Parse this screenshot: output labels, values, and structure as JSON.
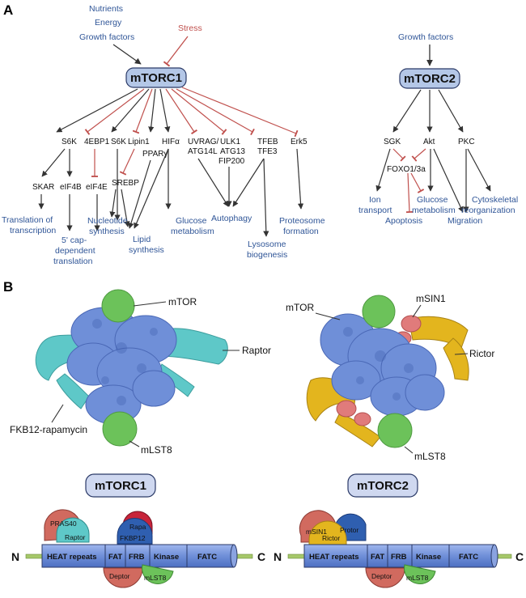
{
  "panels": {
    "a": "A",
    "b": "B"
  },
  "inputs": {
    "nutrients": "Nutrients",
    "energy": "Energy",
    "growth_factors": "Growth factors",
    "stress": "Stress",
    "growth_factors_2": "Growth factors"
  },
  "hubs": {
    "mtorc1": "mTORC1",
    "mtorc2": "mTORC2"
  },
  "nodes": {
    "s6k": "S6K",
    "fourebp1": "4EBP1",
    "s6k_2": "S6K",
    "lipin1": "Lipin1",
    "pparg": "PPARγ",
    "hif": "HIFα",
    "uvrag": "UVRAG/",
    "atg14l": "ATG14L",
    "ulk1": "ULK1",
    "atg13": "ATG13",
    "fip200": "FIP200",
    "tfeb": "TFEB",
    "tfe3": "TFE3",
    "erk5": "Erk5",
    "skar": "SKAR",
    "eif4b": "eIF4B",
    "eif4e": "eIF4E",
    "srebp": "SREBP",
    "sgk": "SGK",
    "akt": "Akt",
    "pkc": "PKC",
    "foxo": "FOXO1/3a"
  },
  "outputs": {
    "translation_1": "Translation of",
    "translation_2": "transcription",
    "cap_1": "5' cap-",
    "cap_2": "dependent",
    "cap_3": "translation",
    "nucleotide_1": "Nucleotide",
    "nucleotide_2": "synthesis",
    "lipid_1": "Lipid",
    "lipid_2": "synthesis",
    "glucose_1": "Glucose",
    "glucose_2": "metabolism",
    "autophagy": "Autophagy",
    "lysosome_1": "Lysosome",
    "lysosome_2": "biogenesis",
    "proteosome_1": "Proteosome",
    "proteosome_2": "formation",
    "ion_1": "Ion",
    "ion_2": "transport",
    "glucose2_1": "Glucose",
    "glucose2_2": "metabolism",
    "apoptosis": "Apoptosis",
    "migration": "Migration",
    "cyto_1": "Cytoskeletal",
    "cyto_2": "reorganization"
  },
  "structure_labels": {
    "mtor_1": "mTOR",
    "raptor": "Raptor",
    "fkb12": "FKB12-rapamycin",
    "mlst8_1": "mLST8",
    "mtor_2": "mTOR",
    "msin1": "mSIN1",
    "rictor": "Rictor",
    "mlst8_2": "mLST8"
  },
  "domains": {
    "n": "N",
    "c": "C",
    "heat": "HEAT repeats",
    "fat": "FAT",
    "frb": "FRB",
    "kinase": "Kinase",
    "fatc": "FATC",
    "pras40": "PRAS40",
    "raptor": "Raptor",
    "rapa": "Rapa",
    "fkbp12": "FKBP12",
    "deptor": "Deptor",
    "mlst8": "mLST8",
    "n2": "N",
    "c2": "C",
    "heat2": "HEAT repeats",
    "fat2": "FAT",
    "frb2": "FRB",
    "kinase2": "Kinase",
    "fatc2": "FATC",
    "msin1": "mSIN1",
    "rictor": "Rictor",
    "protor": "Protor",
    "deptor2": "Deptor",
    "mlst8_2": "mLST8"
  },
  "colors": {
    "blue_text": "#2f5597",
    "red": "#c0504d",
    "hub_fill": "#b4c7e7",
    "mtor_blue": "#6f8fd8",
    "raptor_teal": "#5ec8c8",
    "green": "#6cc25a",
    "rictor_gold": "#e3b51e",
    "msin_pink": "#e07b7b"
  }
}
